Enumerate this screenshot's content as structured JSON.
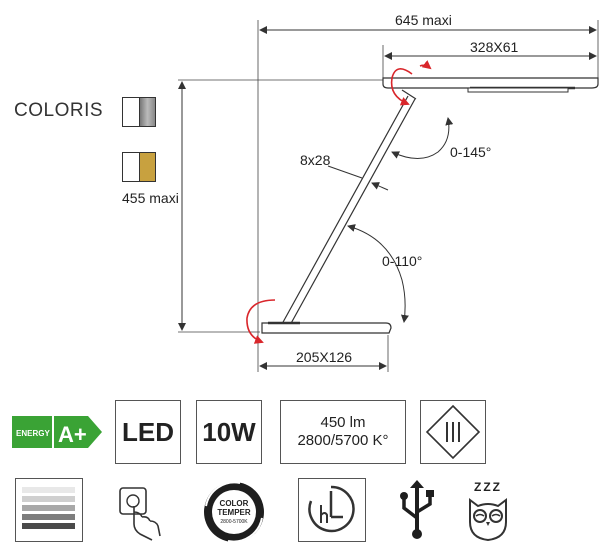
{
  "coloris": {
    "label": "COLORIS",
    "swatches": [
      {
        "name": "white-grey",
        "colors": [
          "#ffffff",
          "#9a9a9a"
        ]
      },
      {
        "name": "white-gold",
        "colors": [
          "#ffffff",
          "#c8a13f"
        ]
      }
    ]
  },
  "dimensions": {
    "width_max": "645 maxi",
    "head": "328X61",
    "height_max": "455 maxi",
    "arm": "8x28",
    "angle_head": "0-145°",
    "angle_base": "0-110°",
    "base": "205X126"
  },
  "specs": {
    "energy_label": "ENERGY",
    "energy_class": "A+",
    "led": "LED",
    "power": "10W",
    "lumen": "450 lm",
    "color_temp": "2800/5700 K°"
  },
  "color_temper_badge": {
    "line1": "COLOR",
    "line2": "TEMPER",
    "line3": "2800-5700K"
  },
  "sleep_text": "ZZZ",
  "colors": {
    "energy_green": "#3aa335",
    "accent_red": "#d9262b",
    "line": "#333333"
  }
}
